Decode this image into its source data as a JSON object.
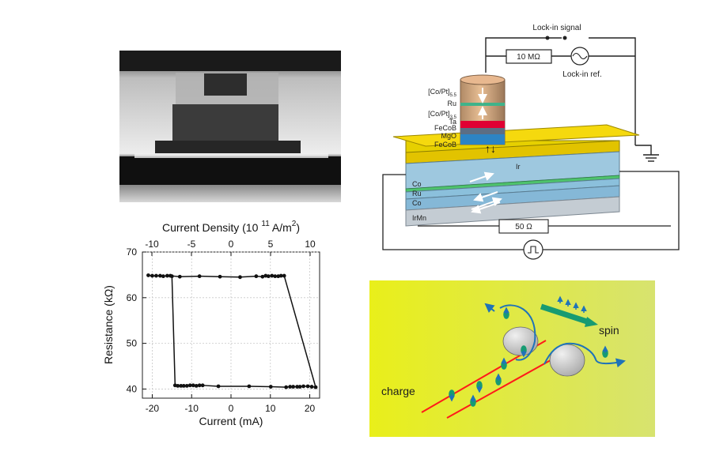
{
  "device_labels": {
    "lock_in_signal": "Lock-in signal",
    "resistor_top": "10 MΩ",
    "lock_in_ref": "Lock-in ref.",
    "resistor_bottom": "50 Ω",
    "pillar_layers": [
      {
        "label": "[Co/Pt]",
        "sub": "5.5"
      },
      {
        "label": "Ru",
        "sub": ""
      },
      {
        "label": "[Co/Pt]",
        "sub": "3.5"
      },
      {
        "label": "Ta",
        "sub": ""
      },
      {
        "label": "FeCoB",
        "sub": ""
      },
      {
        "label": "MgO",
        "sub": ""
      },
      {
        "label": "FeCoB",
        "sub": ""
      }
    ],
    "base_layers": [
      "Ir",
      "Co",
      "Ru",
      "Co",
      "IrMn"
    ]
  },
  "chart_data": {
    "type": "line",
    "title": "",
    "xlabel": "Current (mA)",
    "ylabel": "Resistance (kΩ)",
    "x2label": "Current Density (10",
    "x2label_exp": "11",
    "x2label_unit": " A/m",
    "x2label_unit_exp": "2",
    "x2label_close": ")",
    "xlim": [
      -22.5,
      22.5
    ],
    "ylim": [
      38,
      70
    ],
    "x2lim": [
      -11.2,
      11.2
    ],
    "xticks": [
      -20,
      -10,
      0,
      10,
      20
    ],
    "yticks": [
      40,
      50,
      60,
      70
    ],
    "x2ticks": [
      -10,
      -5,
      0,
      5,
      10
    ],
    "grid": true,
    "series": [
      {
        "values": [
          [
            -21,
            64.9
          ],
          [
            -20,
            64.8
          ],
          [
            -19,
            64.8
          ],
          [
            -18,
            64.8
          ],
          [
            -17.2,
            64.7
          ],
          [
            -16.2,
            64.8
          ],
          [
            -15,
            64.7
          ],
          [
            -14.2,
            40.8
          ],
          [
            -13.5,
            40.7
          ],
          [
            -12.7,
            40.7
          ],
          [
            -12,
            40.7
          ],
          [
            -11.2,
            40.7
          ],
          [
            -10.4,
            40.8
          ],
          [
            -9.6,
            40.8
          ],
          [
            -8.8,
            40.7
          ],
          [
            -8,
            40.8
          ],
          [
            -7.2,
            40.8
          ],
          [
            -3.2,
            40.6
          ],
          [
            4.6,
            40.6
          ],
          [
            10.1,
            40.5
          ],
          [
            14,
            40.4
          ],
          [
            15,
            40.5
          ],
          [
            15.8,
            40.5
          ],
          [
            16.8,
            40.5
          ],
          [
            17.5,
            40.5
          ],
          [
            18.4,
            40.6
          ],
          [
            19.5,
            40.6
          ],
          [
            20.5,
            40.5
          ],
          [
            21.5,
            40.4
          ],
          [
            13.5,
            64.8
          ],
          [
            12.7,
            64.8
          ],
          [
            12,
            64.7
          ],
          [
            11.2,
            64.7
          ],
          [
            10.4,
            64.8
          ],
          [
            9.5,
            64.7
          ],
          [
            8.8,
            64.8
          ],
          [
            8,
            64.6
          ],
          [
            6.4,
            64.7
          ],
          [
            2.3,
            64.5
          ],
          [
            -2.8,
            64.6
          ],
          [
            -8,
            64.7
          ],
          [
            -13,
            64.6
          ],
          [
            -15.4,
            64.8
          ]
        ]
      }
    ]
  },
  "schematic": {
    "charge_label": "charge",
    "spin_label": "spin"
  }
}
